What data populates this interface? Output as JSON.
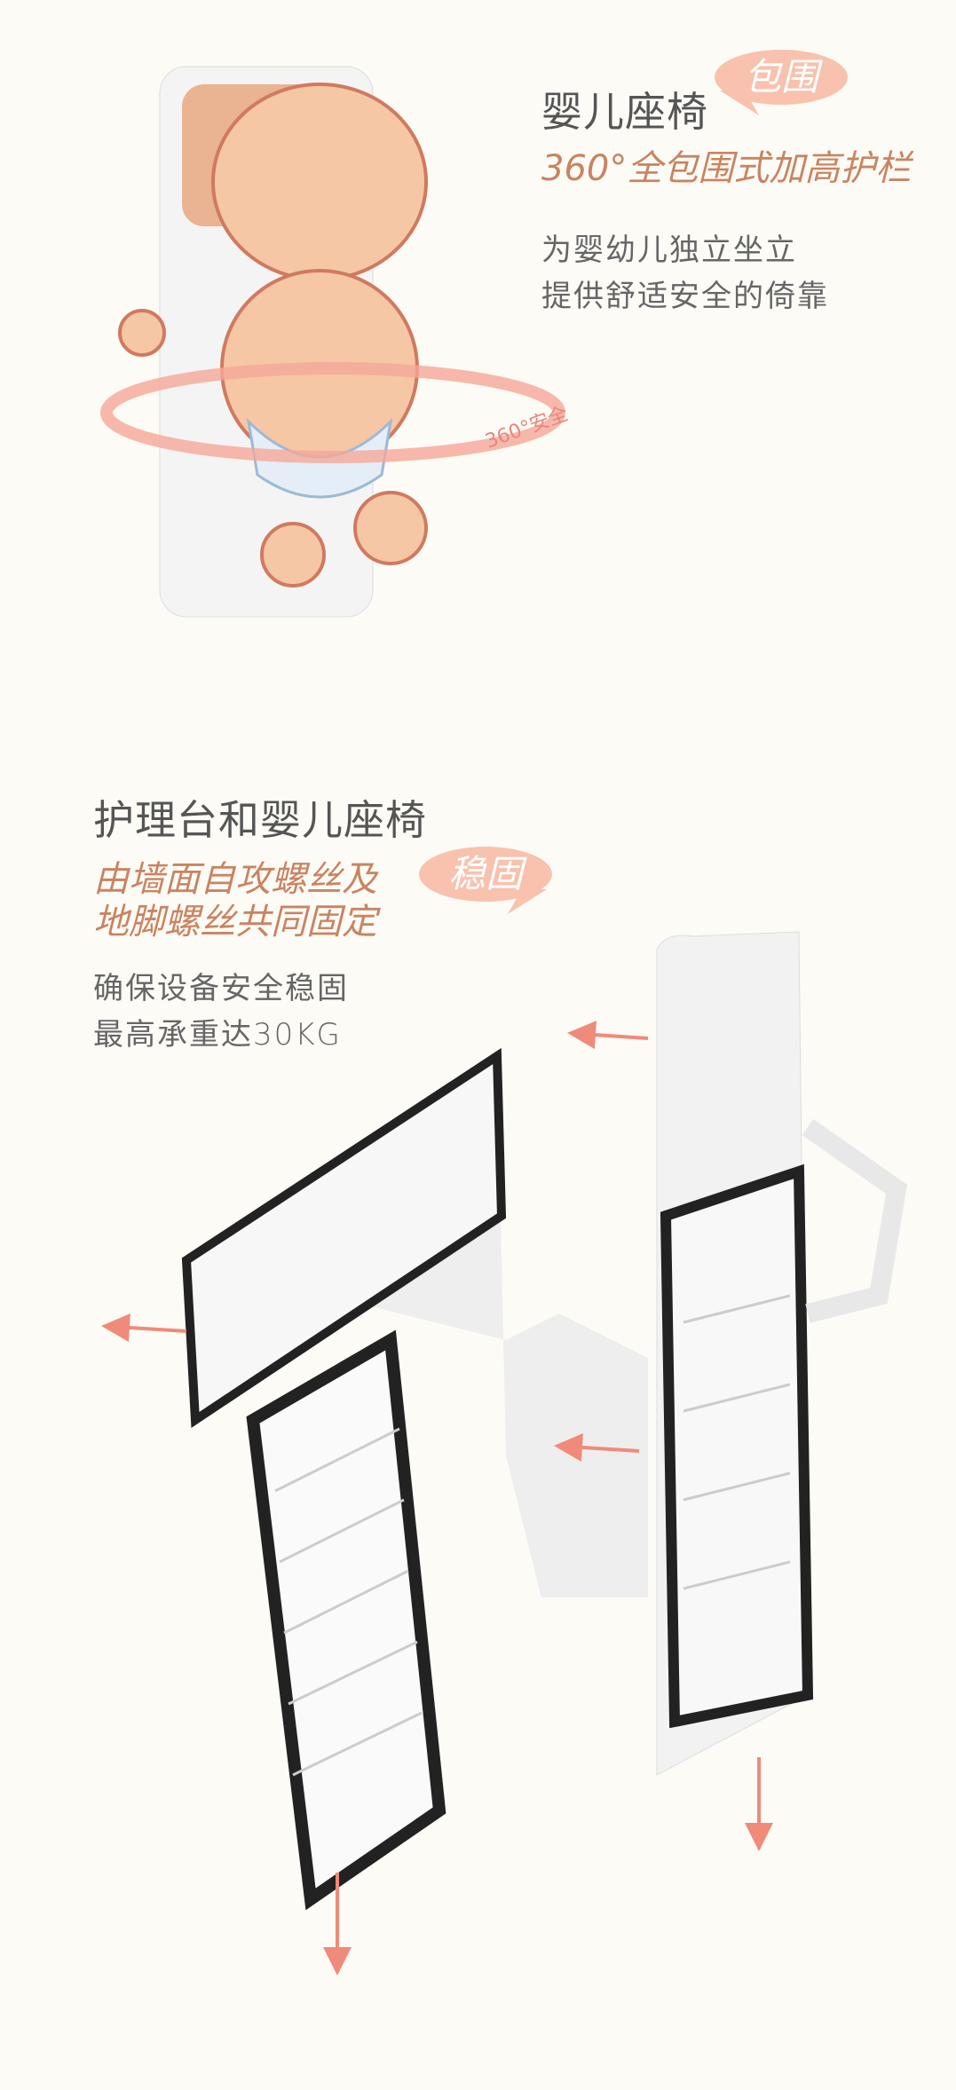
{
  "section1": {
    "title": "婴儿座椅",
    "bubble": "包围",
    "subtitle": "360°全包围式加高护栏",
    "desc_lines": [
      "为婴幼儿独立坐立",
      "提供舒适安全的倚靠"
    ],
    "image_label": "360°安全"
  },
  "section2": {
    "title": "护理台和婴儿座椅",
    "bubble": "稳固",
    "subtitle_lines": [
      "由墙面自攻螺丝及",
      "地脚螺丝共同固定"
    ],
    "desc_lines": [
      "确保设备安全稳固",
      "最高承重达30KG"
    ]
  },
  "colors": {
    "accent": "#c98462",
    "bubble": "#f8c2ae",
    "arrow": "#f08a7a",
    "background": "#fdfbf5"
  }
}
